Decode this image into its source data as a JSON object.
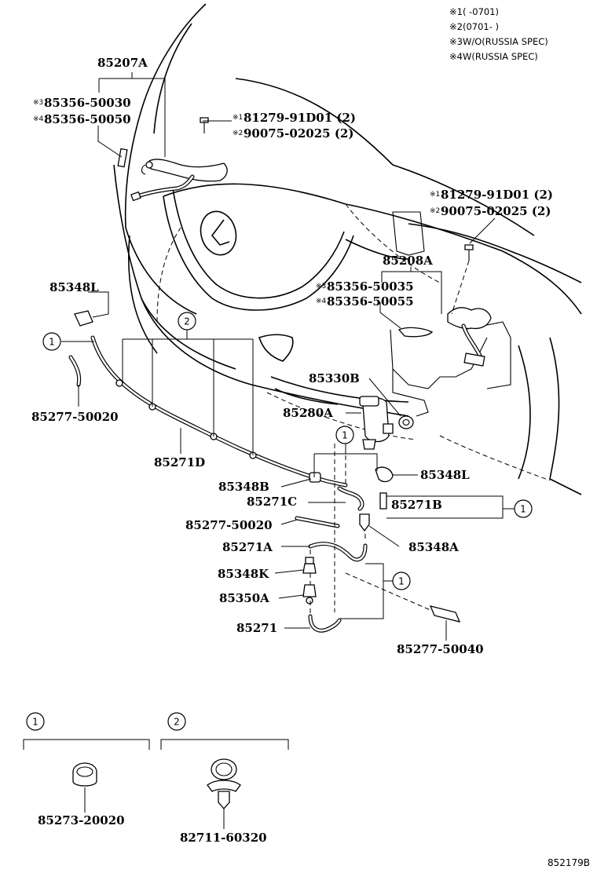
{
  "notes": {
    "n1": {
      "mark": "※1",
      "text": "(        -0701)"
    },
    "n2": {
      "mark": "※2",
      "text": "(0701-        )"
    },
    "n3": {
      "mark": "※3",
      "text": "W/O(RUSSIA SPEC)"
    },
    "n4": {
      "mark": "※4",
      "text": "W(RUSSIA SPEC)"
    }
  },
  "labels": {
    "p85207A": "85207A",
    "p85356_50030_mark": "※3",
    "p85356_50030": "85356-50030",
    "p85356_50050_mark": "※4",
    "p85356_50050": "85356-50050",
    "p81279_a_mark": "※1",
    "p81279_a": "81279-91D01 (2)",
    "p90075_a_mark": "※2",
    "p90075_a": "90075-02025 (2)",
    "p81279_b_mark": "※1",
    "p81279_b": "81279-91D01 (2)",
    "p90075_b_mark": "※2",
    "p90075_b": "90075-02025 (2)",
    "p85208A": "85208A",
    "p85356_50035_mark": "※3",
    "p85356_50035": "85356-50035",
    "p85356_50055_mark": "※4",
    "p85356_50055": "85356-50055",
    "p85348L_left": "85348L",
    "p85277_50020_a": "85277-50020",
    "p85330B": "85330B",
    "p85280A": "85280A",
    "p85271D": "85271D",
    "p85348B": "85348B",
    "p85348L_right": "85348L",
    "p85271C": "85271C",
    "p85271B": "85271B",
    "p85277_50020_b": "85277-50020",
    "p85348A": "85348A",
    "p85271A": "85271A",
    "p85348K": "85348K",
    "p85350A": "85350A",
    "p85271": "85271",
    "p85277_50040": "85277-50040"
  },
  "callouts": {
    "c1": "1",
    "c2": "2"
  },
  "legend": {
    "item1": {
      "num": "1",
      "part": "85273-20020"
    },
    "item2": {
      "num": "2",
      "part": "82711-60320"
    }
  },
  "drawing_ref": "852179B"
}
